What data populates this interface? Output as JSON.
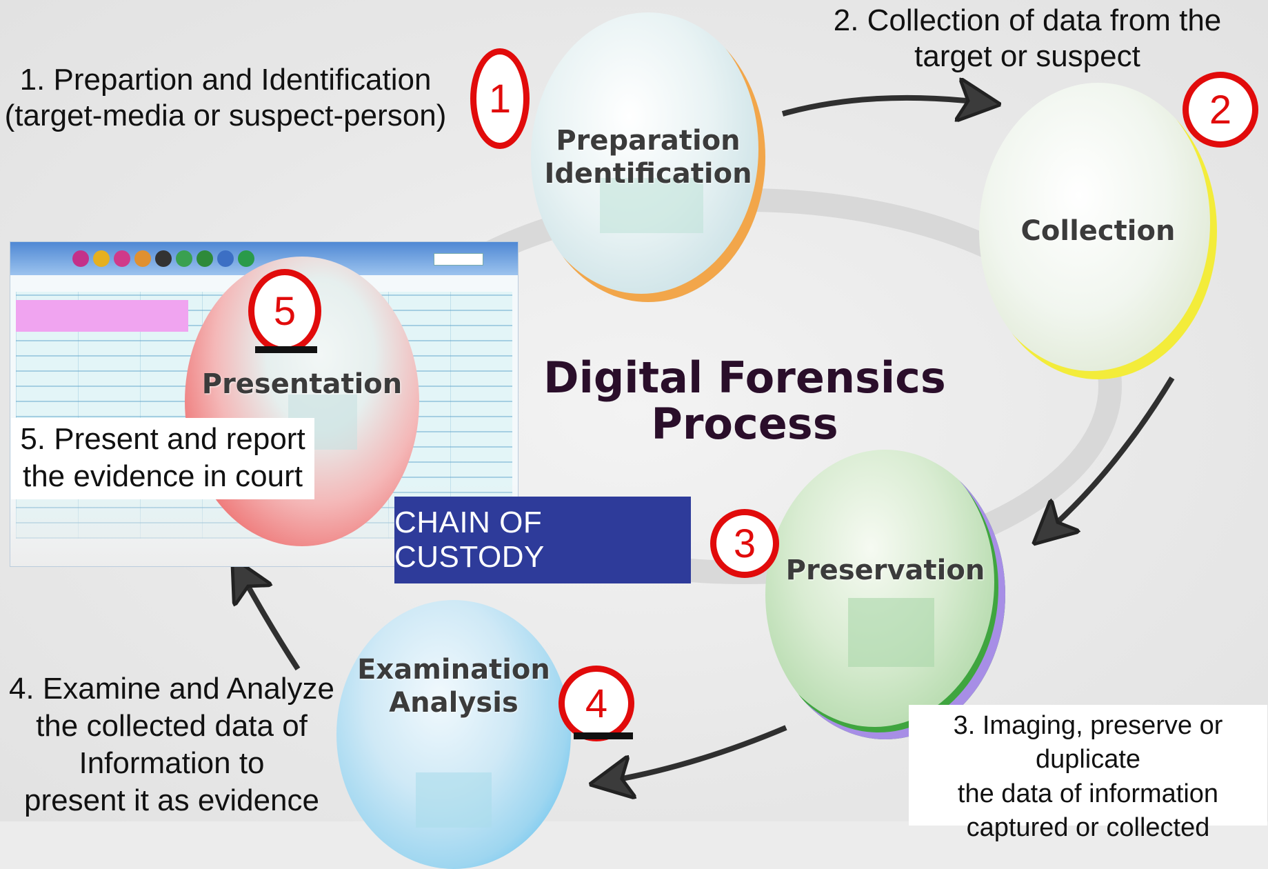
{
  "title": {
    "line1": "Digital Forensics",
    "line2": "Process"
  },
  "chain_of_custody": "CHAIN OF CUSTODY",
  "steps": [
    {
      "number": "1",
      "name_line1": "Preparation",
      "name_line2": "Identification",
      "description": [
        "1. Prepartion and Identification",
        "(target-media or suspect-person)"
      ],
      "color": "#f0a040"
    },
    {
      "number": "2",
      "name_line1": "Collection",
      "name_line2": "",
      "description": [
        "2. Collection of data from the",
        "target or suspect"
      ],
      "color": "#f2ee30"
    },
    {
      "number": "3",
      "name_line1": "Preservation",
      "name_line2": "",
      "description": [
        "3. Imaging, preserve or duplicate",
        "the data of information",
        "captured or collected"
      ],
      "color": "#86d67e"
    },
    {
      "number": "4",
      "name_line1": "Examination",
      "name_line2": "Analysis",
      "description": [
        "4. Examine and Analyze",
        "the collected data of",
        "Information to",
        "present it as evidence"
      ],
      "color": "#45b4ea"
    },
    {
      "number": "5",
      "name_line1": "Presentation",
      "name_line2": "",
      "description": [
        "5. Present and report",
        "the evidence in court"
      ],
      "color": "#ee5a5a"
    }
  ],
  "colors": {
    "marker": "#e10b0b",
    "custody_bg": "#2e3b9a",
    "title": "#2a0e2a"
  }
}
